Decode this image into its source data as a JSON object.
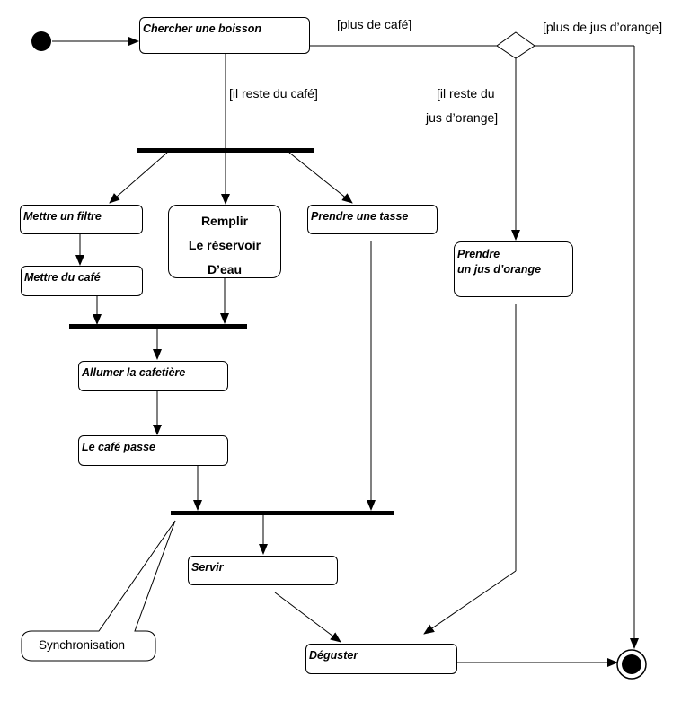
{
  "actions": {
    "chercher": "Chercher une boisson",
    "filtre": "Mettre un filtre",
    "cafe": "Mettre du café",
    "remplir": [
      "Remplir",
      "Le réservoir",
      "D’eau"
    ],
    "tasse": "Prendre une tasse",
    "jus": [
      "Prendre",
      "un jus d’orange"
    ],
    "allumer": "Allumer la cafetière",
    "passe": "Le café passe",
    "servir": "Servir",
    "deguster": "Déguster"
  },
  "guards": {
    "plus_cafe": "[plus de café]",
    "plus_jus": "[plus de jus d’orange]",
    "reste_cafe": "[il reste du café]",
    "reste_jus": [
      "[il reste du",
      "jus d’orange]"
    ]
  },
  "note": "Synchronisation"
}
